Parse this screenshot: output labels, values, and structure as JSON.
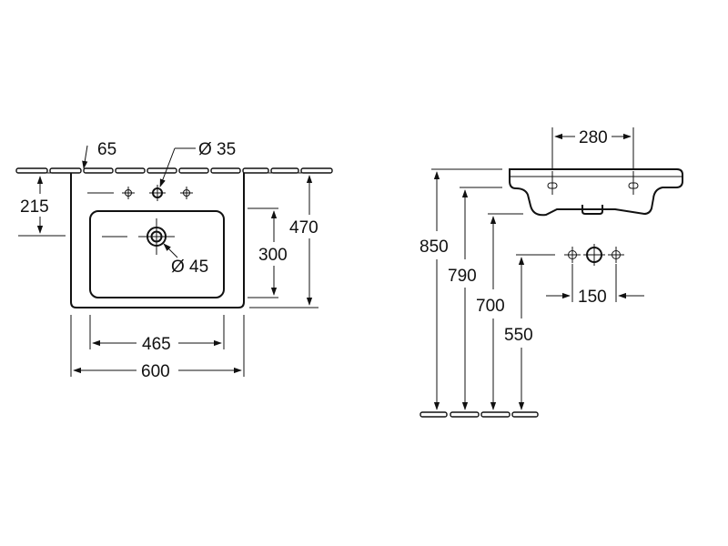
{
  "front_view": {
    "tap_hole_offset": "65",
    "tap_hole_diameter": "Ø 35",
    "tap_hole_height": "215",
    "overall_depth": "470",
    "bowl_depth": "300",
    "waste_diameter": "Ø 45",
    "bowl_width": "465",
    "overall_width": "600"
  },
  "side_view": {
    "fixing_spacing": "280",
    "height_top": "850",
    "height_bowl": "790",
    "height_underside": "700",
    "height_waste": "550",
    "waste_pipe_spacing": "150"
  }
}
